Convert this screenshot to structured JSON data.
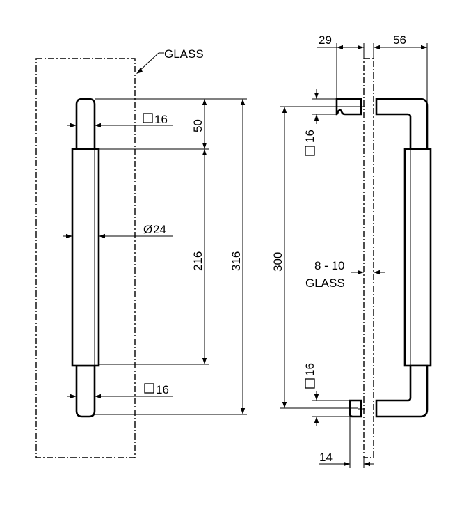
{
  "front_view": {
    "glass_label": "GLASS",
    "square_top_label": "16",
    "diameter_label": "24",
    "square_bottom_label": "16",
    "dim_50": "50",
    "dim_216": "216",
    "dim_316": "316"
  },
  "side_view": {
    "dim_29": "29",
    "dim_56": "56",
    "square_top_label": "16",
    "square_bottom_label": "16",
    "dim_300": "300",
    "glass_thickness_line1": "8 - 10",
    "glass_thickness_line2": "GLASS",
    "dim_14": "14"
  }
}
